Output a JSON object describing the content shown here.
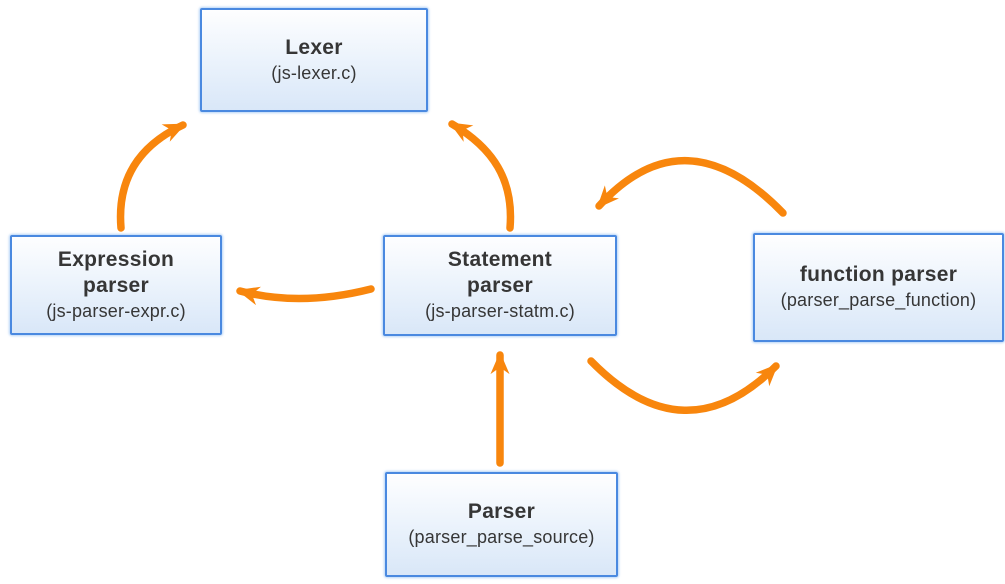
{
  "diagram": {
    "nodes": {
      "lexer": {
        "title": "Lexer",
        "subtitle": "(js-lexer.c)"
      },
      "expression": {
        "title": "Expression\nparser",
        "subtitle": "(js-parser-expr.c)"
      },
      "statement": {
        "title": "Statement\nparser",
        "subtitle": "(js-parser-statm.c)"
      },
      "function": {
        "title": "function parser",
        "subtitle": "(parser_parse_function)"
      },
      "parser": {
        "title": "Parser",
        "subtitle": "(parser_parse_source)"
      }
    },
    "edges": [
      {
        "from": "Expression parser",
        "to": "Lexer"
      },
      {
        "from": "Statement parser",
        "to": "Lexer"
      },
      {
        "from": "Statement parser",
        "to": "Expression parser"
      },
      {
        "from": "function parser",
        "to": "Statement parser"
      },
      {
        "from": "Statement parser",
        "to": "function parser"
      },
      {
        "from": "Parser",
        "to": "Statement parser"
      }
    ],
    "colors": {
      "arrow": "#F8860D",
      "node_border": "#4A89E0",
      "node_fill_top": "#FEFEFF",
      "node_fill_bottom": "#D9E7F8",
      "text": "#363636"
    }
  }
}
